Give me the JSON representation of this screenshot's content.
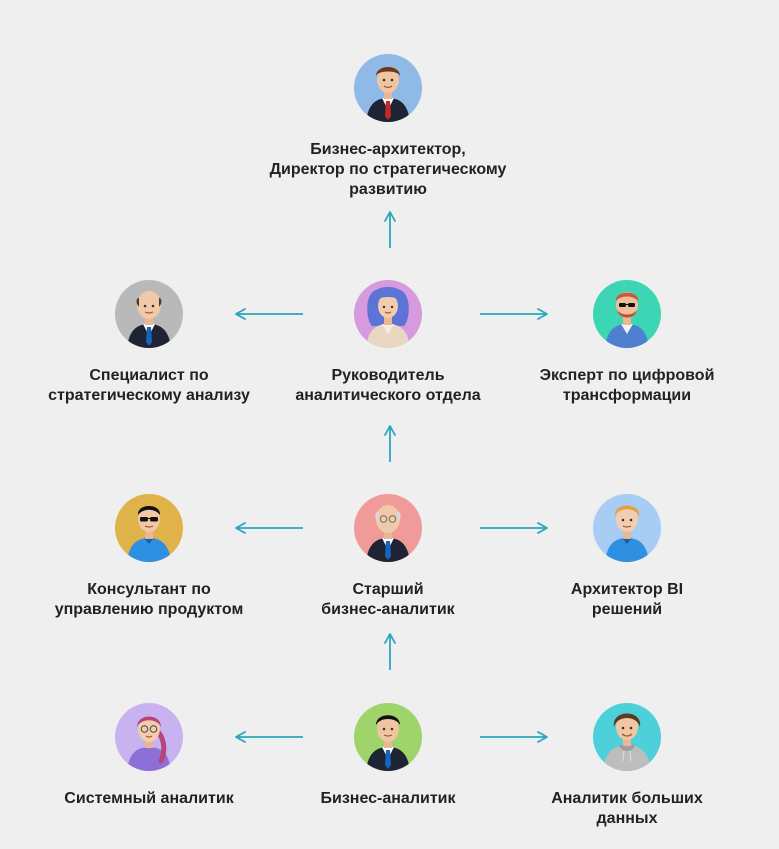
{
  "colors": {
    "background": "#efefef",
    "arrow": "#2aa6bd",
    "text": "#222222"
  },
  "roles": {
    "business_architect": {
      "label": "Бизнес-архитектор,\nДиректор по стратегическому\nразвитию",
      "avatar_color": "#8fb9e6",
      "icon": "man-in-suit-icon"
    },
    "strategy_specialist": {
      "label": "Специалист по\nстратегическому анализу",
      "avatar_color": "#b9b9b9",
      "icon": "bald-man-in-suit-icon"
    },
    "analytics_head": {
      "label": "Руководитель\nаналитического отдела",
      "avatar_color": "#d89adf",
      "icon": "woman-blue-hair-icon"
    },
    "digital_expert": {
      "label": "Эксперт по цифровой\nтрансформации",
      "avatar_color": "#3cd6b5",
      "icon": "man-with-sunglasses-icon"
    },
    "product_consultant": {
      "label": "Консультант по\nуправлению продуктом",
      "avatar_color": "#e0b24a",
      "icon": "man-with-sunglasses-icon"
    },
    "senior_ba": {
      "label": "Старший\nбизнес-аналитик",
      "avatar_color": "#f19a9a",
      "icon": "senior-man-with-glasses-icon"
    },
    "bi_architect": {
      "label": "Архитектор BI\nрешений",
      "avatar_color": "#a8cdf5",
      "icon": "blond-man-icon"
    },
    "system_analyst": {
      "label": "Системный аналитик",
      "avatar_color": "#c8b3f0",
      "icon": "woman-with-glasses-icon"
    },
    "business_analyst": {
      "label": "Бизнес-аналитик",
      "avatar_color": "#9ed46a",
      "icon": "man-in-suit-icon"
    },
    "bigdata_analyst": {
      "label": "Аналитик больших\nданных",
      "avatar_color": "#4dd0da",
      "icon": "man-in-hoodie-icon"
    }
  }
}
